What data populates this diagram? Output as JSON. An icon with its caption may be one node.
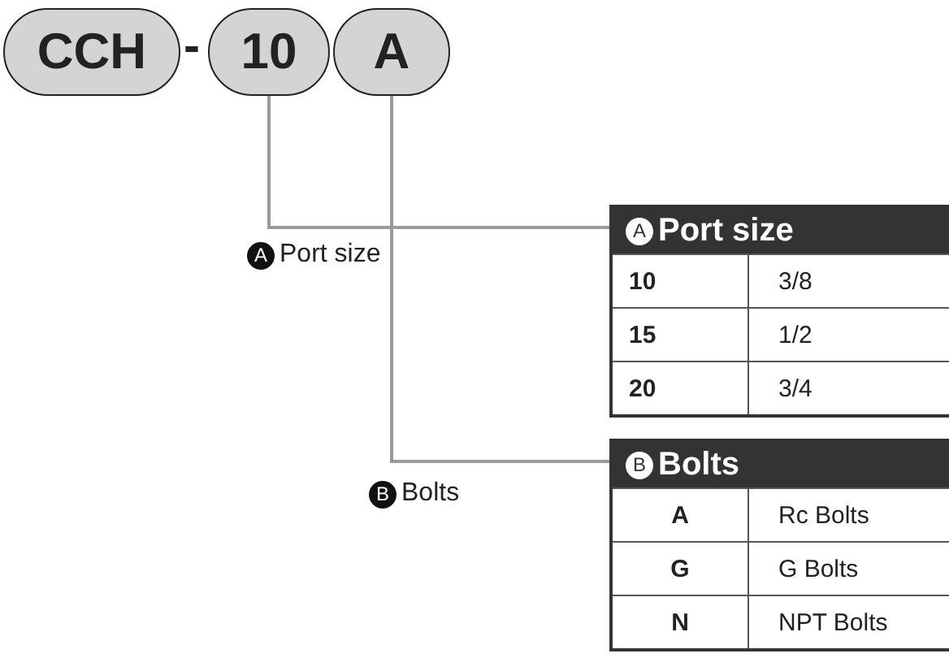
{
  "diagram": {
    "nodes": [
      {
        "text": [
          "CCH"
        ]
      },
      {
        "text": [
          "10"
        ]
      },
      {
        "text": [
          "A"
        ]
      },
      {
        "text": [
          "Port size"
        ]
      },
      {
        "text": [
          "Bolts"
        ]
      }
    ],
    "edges": [
      {
        "from": 1,
        "to": 3,
        "arrow": "none"
      },
      {
        "from": 2,
        "to": 4,
        "arrow": "none"
      }
    ],
    "labels": [
      "-",
      "A",
      "A",
      "Port size",
      "10",
      "3/8",
      "15",
      "1/2",
      "20",
      "3/4",
      "B",
      "B",
      "Bolts",
      "A",
      "Rc Bolts",
      "G",
      "G Bolts",
      "N",
      "NPT Bolts"
    ]
  }
}
